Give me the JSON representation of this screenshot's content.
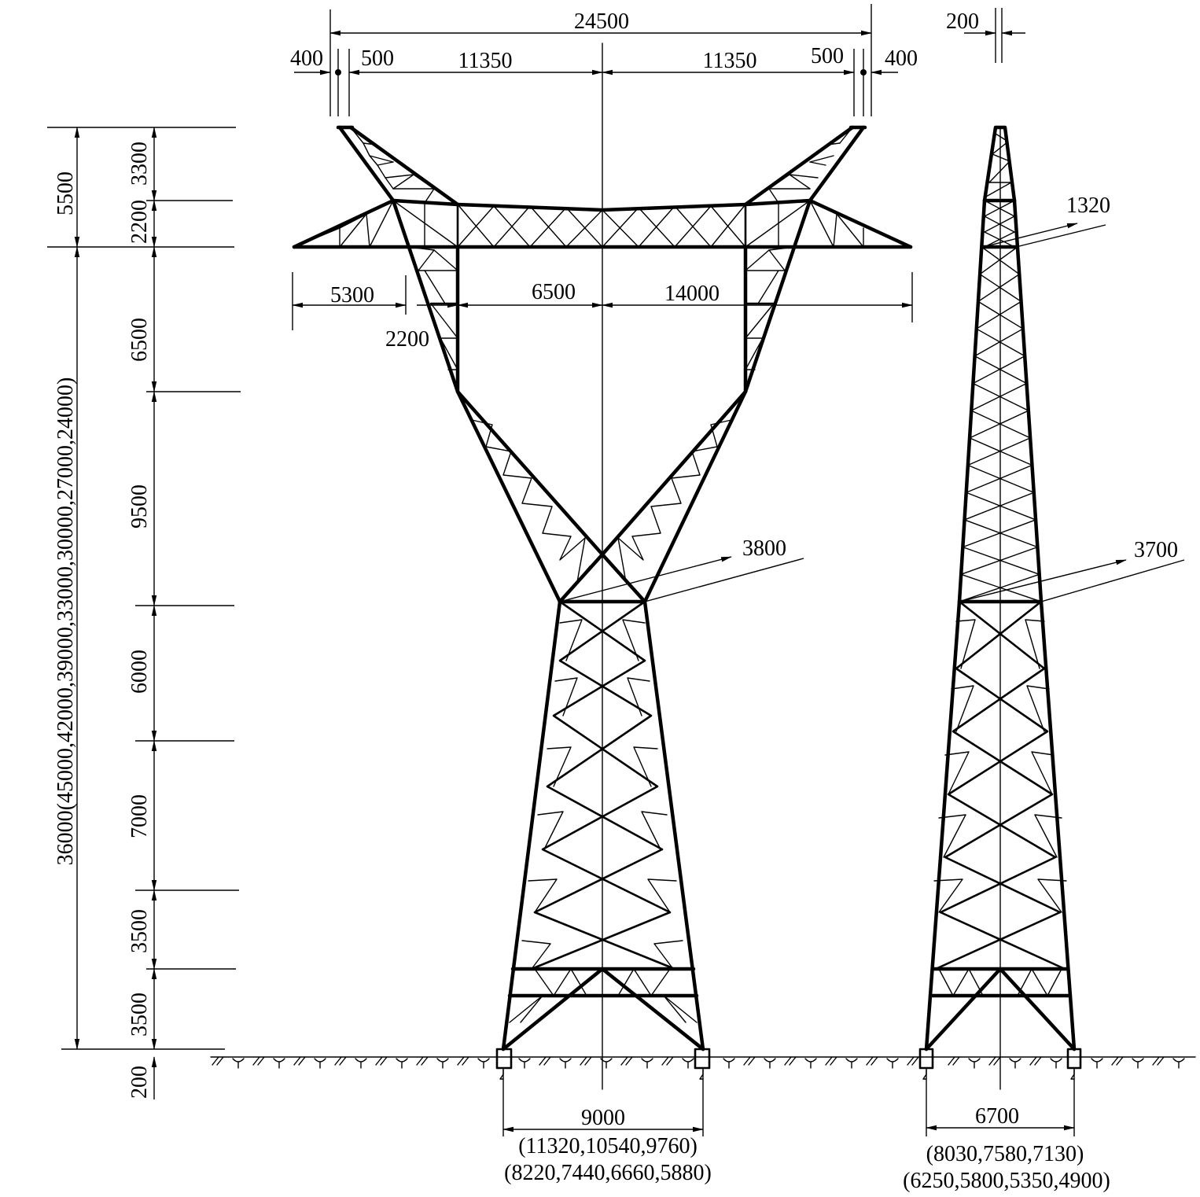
{
  "front_view": {
    "top_dims": {
      "overall": "24500",
      "left_outer": "400",
      "left_inner": "500",
      "left_half": "11350",
      "right_half": "11350",
      "right_inner": "500",
      "right_outer": "400"
    },
    "crossarm_dims": {
      "left_tip": "5300",
      "leg_offset": "2200",
      "center_left": "6500",
      "center_right": "14000"
    },
    "waist_dim": "3800",
    "base_width": "9000",
    "base_alt_1": "(11320,10540,9760)",
    "base_alt_2": "(8220,7440,6660,5880)"
  },
  "height_dims": {
    "total": "36000(45000,42000,39000,33000,30000,27000,24000)",
    "top_section": "5500",
    "peak": "3300",
    "arm_depth": "2200",
    "seg_1": "6500",
    "seg_2": "9500",
    "seg_3": "6000",
    "seg_4": "7000",
    "seg_5": "3500",
    "seg_6": "3500",
    "foundation": "200"
  },
  "side_view": {
    "top_width": "200",
    "upper_width": "1320",
    "waist_width": "3700",
    "base_width": "6700",
    "base_alt_1": "(8030,7580,7130)",
    "base_alt_2": "(6250,5800,5350,4900)"
  }
}
